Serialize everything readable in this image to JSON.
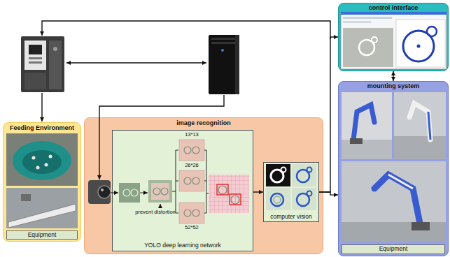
{
  "diagram": {
    "nodes": [
      {
        "text": [
          "control interface"
        ]
      },
      {
        "text": [
          "Feeding Environment"
        ]
      },
      {
        "text": [
          "Equipment"
        ],
        "in": 1
      },
      {
        "text": [
          "image recognition"
        ]
      },
      {
        "text": [
          "YOLO deep learning network"
        ],
        "in": 3
      },
      {
        "text": [
          "computer vision"
        ],
        "in": 3
      },
      {
        "text": [
          "mounting system"
        ]
      },
      {
        "text": [
          "Equipment"
        ],
        "in": 6
      }
    ],
    "edges": [
      {
        "from": 4,
        "to": 5,
        "arrow": "to"
      },
      {
        "from": 5,
        "to": 0,
        "arrow": "to"
      },
      {
        "from": 5,
        "to": 6,
        "arrow": "to"
      },
      {
        "from": 0,
        "to": 6,
        "arrow": "both"
      }
    ],
    "labels": [
      "13*13",
      "26*26",
      "prevent distortion",
      "52*52"
    ]
  }
}
